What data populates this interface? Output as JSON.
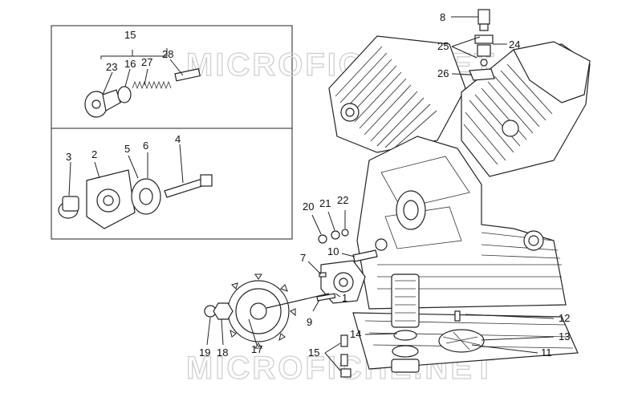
{
  "watermark": "MICROFICHE.NET",
  "callouts": [
    {
      "id": "p8",
      "text": "8"
    },
    {
      "id": "p25",
      "text": "25"
    },
    {
      "id": "p24",
      "text": "24"
    },
    {
      "id": "p26",
      "text": "26"
    },
    {
      "id": "p15top",
      "text": "15"
    },
    {
      "id": "p23",
      "text": "23"
    },
    {
      "id": "p16",
      "text": "16"
    },
    {
      "id": "p27",
      "text": "27"
    },
    {
      "id": "p28",
      "text": "28"
    },
    {
      "id": "p3",
      "text": "3"
    },
    {
      "id": "p2",
      "text": "2"
    },
    {
      "id": "p5",
      "text": "5"
    },
    {
      "id": "p6",
      "text": "6"
    },
    {
      "id": "p4",
      "text": "4"
    },
    {
      "id": "p20",
      "text": "20"
    },
    {
      "id": "p21",
      "text": "21"
    },
    {
      "id": "p22",
      "text": "22"
    },
    {
      "id": "p10",
      "text": "10"
    },
    {
      "id": "p7",
      "text": "7"
    },
    {
      "id": "p1",
      "text": "1"
    },
    {
      "id": "p9",
      "text": "9"
    },
    {
      "id": "p12",
      "text": "12"
    },
    {
      "id": "p14",
      "text": "14"
    },
    {
      "id": "p13",
      "text": "13"
    },
    {
      "id": "p15bot",
      "text": "15"
    },
    {
      "id": "p11",
      "text": "11"
    },
    {
      "id": "p19",
      "text": "19"
    },
    {
      "id": "p18",
      "text": "18"
    },
    {
      "id": "p17",
      "text": "17"
    }
  ]
}
